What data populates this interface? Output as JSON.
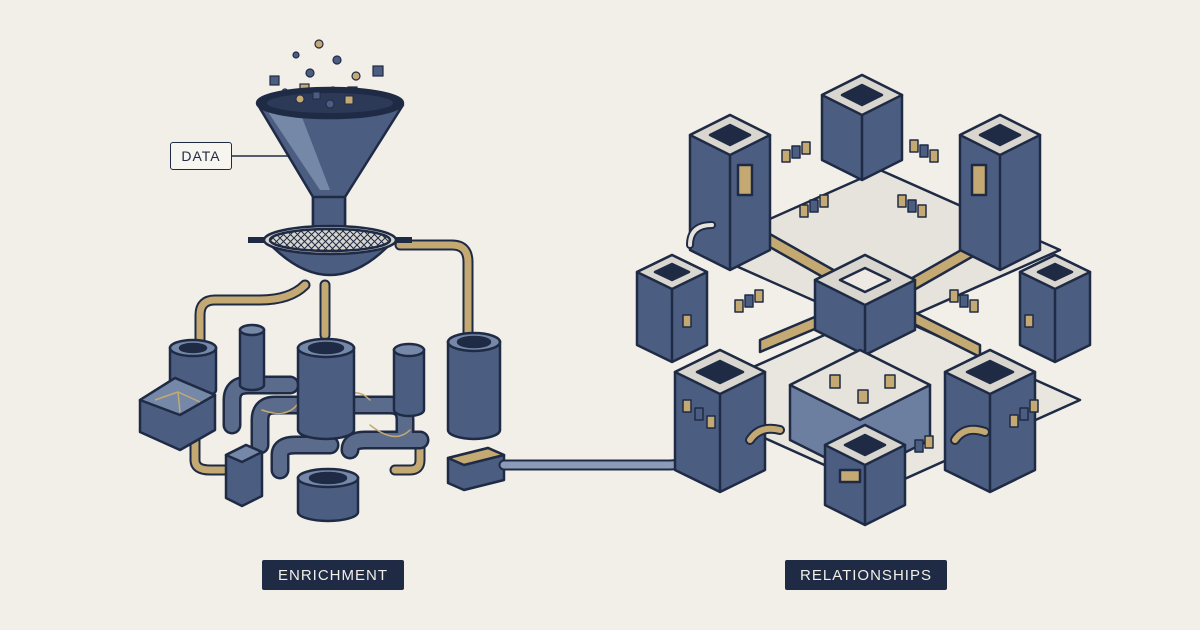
{
  "labels": {
    "data": "DATA",
    "enrichment": "ENRICHMENT",
    "relationships": "RELATIONSHIPS"
  },
  "colors": {
    "background": "#f2efe8",
    "ink": "#1f2b45",
    "steel": "#4b5d80",
    "steel_light": "#7688a8",
    "gold": "#c4aa72"
  }
}
